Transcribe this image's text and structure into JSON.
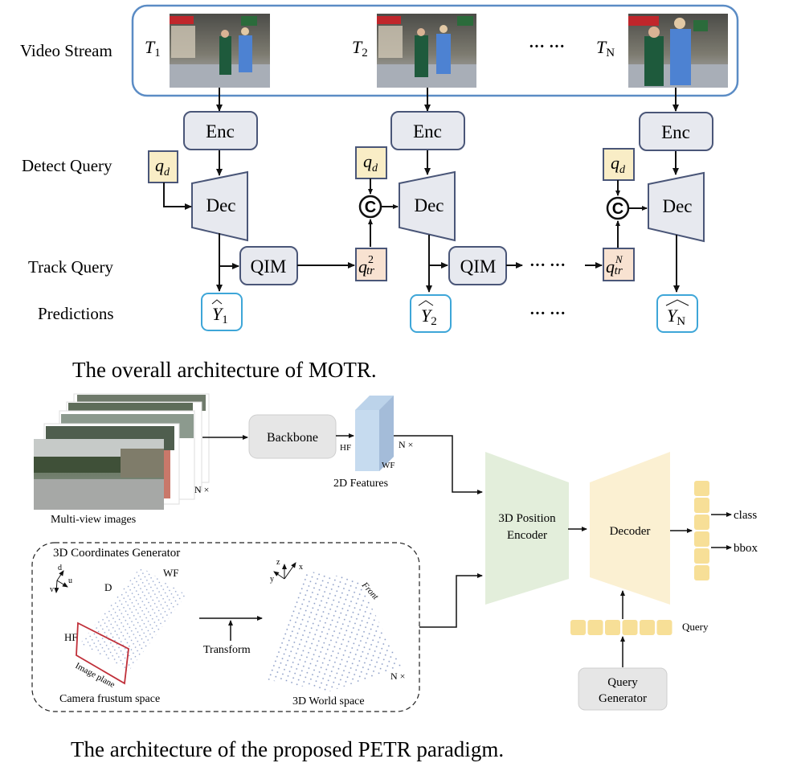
{
  "motr": {
    "row_labels": {
      "video_stream": "Video Stream",
      "detect_query": "Detect Query",
      "track_query": "Track Query",
      "predictions": "Predictions"
    },
    "frames": [
      {
        "label": "T",
        "sub": "1"
      },
      {
        "label": "T",
        "sub": "2"
      },
      {
        "label": "T",
        "sub": "N"
      }
    ],
    "ellipsis": "···  ···",
    "encoder_label": "Enc",
    "decoder_label": "Dec",
    "qim_label": "QIM",
    "concat_symbol": "C",
    "detect_query_symbol": "q",
    "detect_query_sub": "d",
    "track_queries": [
      {
        "symbol": "q",
        "sup": "2",
        "sub": "tr"
      },
      {
        "symbol": "q",
        "sup": "N",
        "sub": "tr"
      }
    ],
    "predictions": [
      {
        "symbol": "Y",
        "sub": "1"
      },
      {
        "symbol": "Y",
        "sub": "2"
      },
      {
        "symbol": "Y",
        "sub": "N"
      }
    ],
    "caption": "The overall architecture of MOTR."
  },
  "petr": {
    "multiview_label": "Multi-view images",
    "n_times": "N ×",
    "backbone_label": "Backbone",
    "features_label": "2D Features",
    "hf_label": "HF",
    "wf_label": "WF",
    "coords_generator_title": "3D Coordinates Generator",
    "camera_axes": {
      "d": "d",
      "u": "u",
      "v": "v"
    },
    "world_axes": {
      "z": "z",
      "x": "x",
      "y": "y"
    },
    "depth_label": "D",
    "image_plane_label": "Image plane",
    "camera_space_label": "Camera frustum space",
    "transform_label": "Transform",
    "front_label": "Front",
    "world_space_label": "3D World space",
    "encoder_label_line1": "3D Position",
    "encoder_label_line2": "Encoder",
    "decoder_label": "Decoder",
    "output_class": "class",
    "output_bbox": "bbox",
    "query_label": "Query",
    "query_generator_line1": "Query",
    "query_generator_line2": "Generator",
    "caption": "The architecture of the proposed PETR paradigm.",
    "colors": {
      "encoder_fill": "#e3eedb",
      "decoder_fill": "#fbf0d2",
      "token_fill": "#f7df97",
      "feature_fill": "#bcd3ea",
      "image_plane": "#c0303a",
      "point_cloud": "#6f86b8"
    }
  },
  "colors": {
    "stream_border": "#5b8cc5",
    "box_fill": "#e7e9ef",
    "box_border": "#4a5678",
    "dq_fill": "#f9edc6",
    "tq_fill": "#f8e2d1",
    "pred_border": "#3ea6d8"
  }
}
